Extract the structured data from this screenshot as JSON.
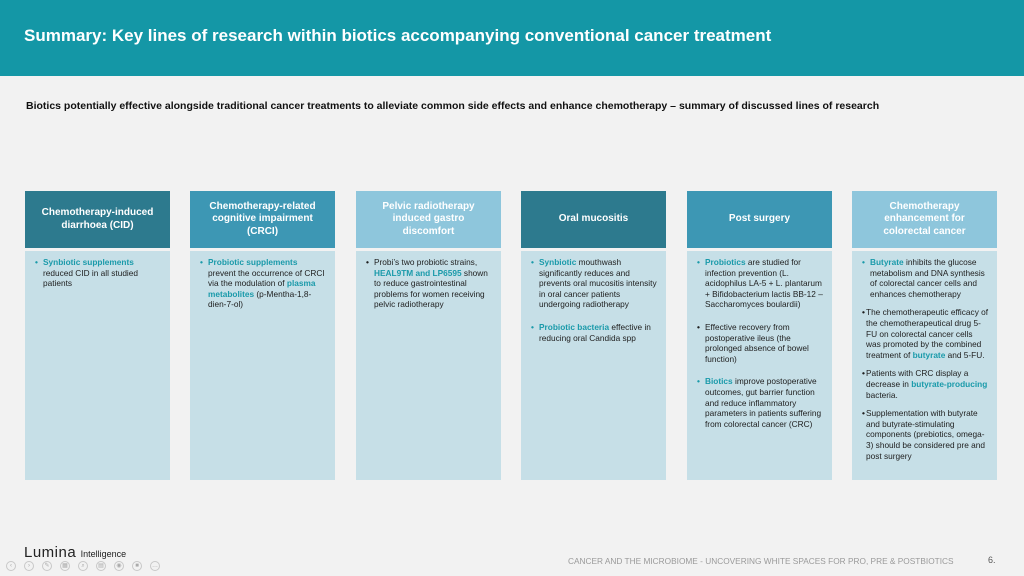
{
  "header": {
    "title": "Summary: Key lines of research within biotics accompanying conventional cancer treatment"
  },
  "subtitle": "Biotics potentially effective alongside traditional cancer treatments to alleviate common side effects and enhance chemotherapy – summary of discussed lines of research",
  "columns": [
    {
      "heading": "Chemotherapy-induced diarrhoea (CID)",
      "items": [
        {
          "highlight": "Synbiotic supplements",
          "text": " reduced CID in all studied patients"
        }
      ]
    },
    {
      "heading": "Chemotherapy-related cognitive impairment (CRCI)",
      "items": [
        {
          "highlight": "Probiotic supplements",
          "text": " prevent the occurrence of CRCI via the modulation of ",
          "highlight2": "plasma metabolites",
          "text2": " (p-Mentha-1,8-dien-7-ol)"
        }
      ]
    },
    {
      "heading": "Pelvic radiotherapy induced gastro discomfort",
      "items": [
        {
          "text": "Probi’s two probiotic strains, ",
          "highlight": "HEAL9TM and LP6595",
          "text2": " shown to reduce gastrointestinal problems for women receiving pelvic radiotherapy"
        }
      ]
    },
    {
      "heading": "Oral mucositis",
      "items": [
        {
          "highlight": "Synbiotic",
          "text": " mouthwash significantly reduces and prevents oral mucositis intensity in oral cancer patients undergoing radiotherapy"
        },
        {
          "highlight": "Probiotic bacteria",
          "text": " effective in reducing oral Candida spp"
        }
      ]
    },
    {
      "heading": "Post surgery",
      "items": [
        {
          "highlight": "Probiotics",
          "text": " are studied for infection prevention (L. acidophilus LA-5 + L. plantarum + Bifidobacterium lactis BB-12 – Saccharomyces boulardii)"
        },
        {
          "text": "Effective recovery from postoperative ileus (the prolonged absence of bowel function)"
        },
        {
          "highlight": "Biotics",
          "text": " improve postoperative outcomes, gut barrier function and reduce inflammatory parameters in patients suffering from colorectal cancer (CRC)"
        }
      ]
    },
    {
      "heading": "Chemotherapy enhancement for colorectal cancer",
      "items": [
        {
          "highlight": "Butyrate",
          "text": " inhibits the glucose metabolism and DNA synthesis of colorectal cancer cells and enhances chemotherapy"
        },
        {
          "text": "The chemotherapeutic efficacy of the chemotherapeutical drug 5-FU on colorectal cancer cells was promoted by the combined treatment of ",
          "highlight": "butyrate",
          "text2": " and 5-FU."
        },
        {
          "text": "Patients with CRC display a decrease in ",
          "highlight": "butyrate-producing",
          "text2": " bacteria."
        },
        {
          "text": "Supplementation with butyrate and butyrate-stimulating components (prebiotics, omega-3) should be considered pre and post surgery"
        }
      ]
    }
  ],
  "bullets": {
    "dot": "•"
  },
  "footer": {
    "logo_main": "Lumina",
    "logo_sub": "Intelligence",
    "text": "CANCER AND THE MICROBIOME - UNCOVERING WHITE SPACES FOR PRO, PRE & POSTBIOTICS",
    "page": "6."
  },
  "colors": {
    "banner": "#1497a6",
    "highlight": "#1a9aaa",
    "header_dark": "#2d7a8e",
    "header_mid": "#3d97b4",
    "header_light": "#8ec6dc",
    "body": "#c6dfe7"
  }
}
